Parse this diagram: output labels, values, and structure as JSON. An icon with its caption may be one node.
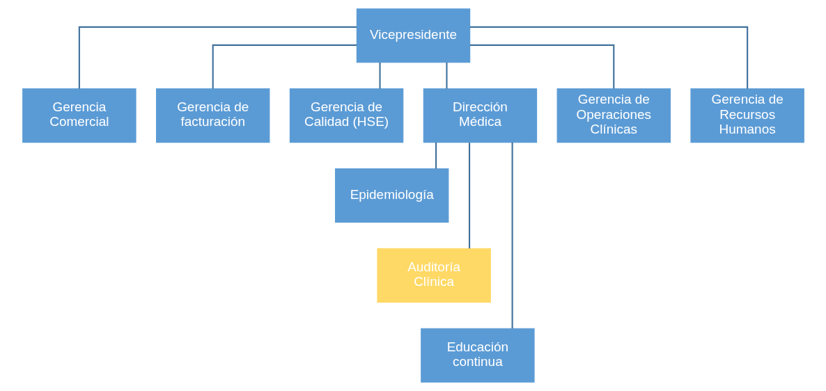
{
  "diagram": {
    "nodes": [
      {
        "text": [
          "Vicepresidente"
        ]
      },
      {
        "text": [
          "Gerencia Comercial"
        ]
      },
      {
        "text": [
          "Gerencia de facturación"
        ]
      },
      {
        "text": [
          "Gerencia de Calidad (HSE)"
        ]
      },
      {
        "text": [
          "Dirección Médica"
        ]
      },
      {
        "text": [
          "Gerencia de Operaciones Clínicas"
        ]
      },
      {
        "text": [
          "Gerencia de Recursos Humanos"
        ]
      },
      {
        "text": [
          "Epidemiología"
        ]
      },
      {
        "text": [
          "Auditoría Clínica"
        ]
      },
      {
        "text": [
          "Educación continua"
        ]
      }
    ],
    "edges": [
      {
        "from": 0,
        "to": 1,
        "arrow": "none"
      },
      {
        "from": 0,
        "to": 2,
        "arrow": "none"
      },
      {
        "from": 0,
        "to": 3,
        "arrow": "none"
      },
      {
        "from": 0,
        "to": 4,
        "arrow": "none"
      },
      {
        "from": 0,
        "to": 5,
        "arrow": "none"
      },
      {
        "from": 0,
        "to": 6,
        "arrow": "none"
      },
      {
        "from": 4,
        "to": 7,
        "arrow": "none"
      },
      {
        "from": 4,
        "to": 8,
        "arrow": "none"
      },
      {
        "from": 4,
        "to": 9,
        "arrow": "none"
      }
    ]
  }
}
